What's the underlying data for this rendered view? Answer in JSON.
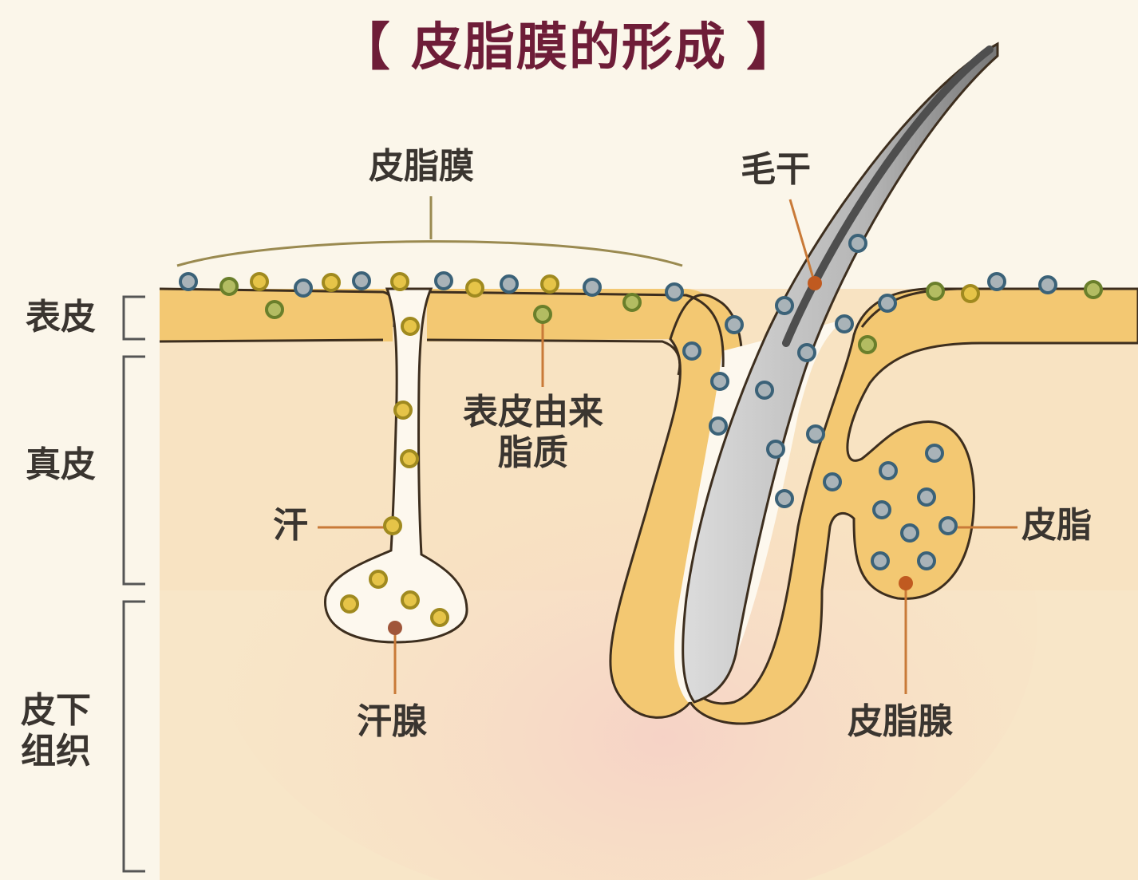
{
  "title": "【 皮脂膜的形成 】",
  "labels": {
    "sebum_film": "皮脂膜",
    "hair_shaft": "毛干",
    "epidermis": "表皮",
    "dermis": "真皮",
    "subcutaneous": "皮下\n组织",
    "epidermal_lipid": "表皮由来\n脂质",
    "sweat": "汗",
    "sweat_gland": "汗腺",
    "sebum": "皮脂",
    "sebaceous_gland": "皮脂腺"
  },
  "colors": {
    "title": "#6e1d38",
    "text": "#3a3530",
    "background": "#fbf6ea",
    "dermis": "#f8e3c2",
    "epidermis": "#f3c872",
    "outline": "#3d2e1e",
    "pointer": "#c97a38",
    "hair_dark": "#6d6d6d",
    "hair_light": "#c9c9c9",
    "dot_blue": "#3b6278",
    "dot_blue_fill": "#a9b3b8",
    "dot_yellow": "#a08a1f",
    "dot_yellow_fill": "#e6c448",
    "dot_green": "#6a7f2b",
    "dot_green_fill": "#b3bc62",
    "bracket": "#9a8a50"
  }
}
